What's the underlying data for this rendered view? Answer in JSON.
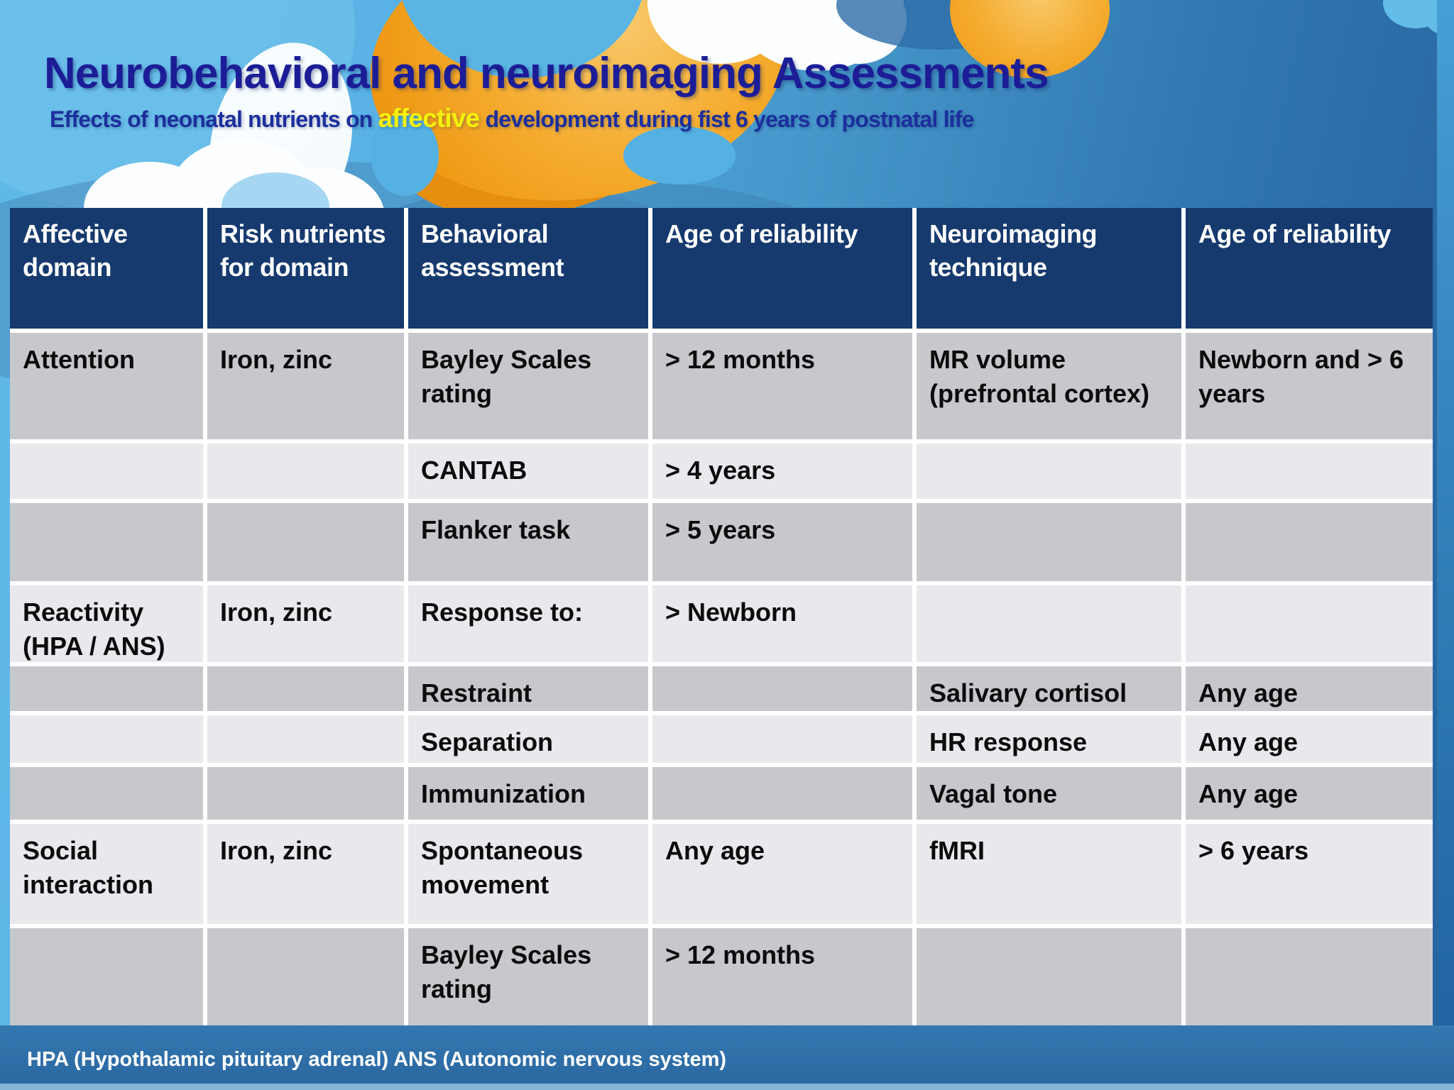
{
  "slide": {
    "title": "Neurobehavioral and neuroimaging Assessments",
    "subtitle_prefix": "Effects of neonatal nutrients on ",
    "subtitle_highlight": "affective",
    "subtitle_suffix": " development during fist 6 years of postnatal life",
    "footer": "HPA (Hypothalamic pituitary adrenal) ANS (Autonomic nervous system)"
  },
  "colors": {
    "header_bg": "#163a6e",
    "row_dark": "#c7c8cc",
    "row_light": "#e9e9ed",
    "footer_bg": "#2d6ba5",
    "title_color": "#1c1d96",
    "subtitle_color": "#1c2f9d",
    "highlight_color": "#f4f10c",
    "accent_orange": "#f2a32b"
  },
  "table": {
    "columns": [
      "Affective domain",
      "Risk nutrients for domain",
      "Behavioral assessment",
      "Age of reliability",
      "Neuroimaging technique",
      "Age of reliability"
    ],
    "rows": [
      [
        "Attention",
        "Iron, zinc",
        "Bayley Scales rating",
        "> 12 months",
        "MR volume (prefrontal cortex)",
        "Newborn and > 6 years"
      ],
      [
        "",
        "",
        "CANTAB",
        "> 4 years",
        "",
        ""
      ],
      [
        "",
        "",
        "Flanker task",
        "> 5 years",
        "",
        ""
      ],
      [
        "Reactivity (HPA / ANS)",
        "Iron, zinc",
        "Response to:",
        "> Newborn",
        "",
        ""
      ],
      [
        "",
        "",
        "Restraint",
        "",
        "Salivary cortisol",
        "Any age"
      ],
      [
        "",
        "",
        "Separation",
        "",
        "HR response",
        "Any age"
      ],
      [
        "",
        "",
        "Immunization",
        "",
        "Vagal tone",
        "Any age"
      ],
      [
        "Social interaction",
        "Iron, zinc",
        "Spontaneous movement",
        "Any age",
        "fMRI",
        "> 6 years"
      ],
      [
        "",
        "",
        "Bayley Scales rating",
        "> 12 months",
        "",
        ""
      ]
    ]
  }
}
